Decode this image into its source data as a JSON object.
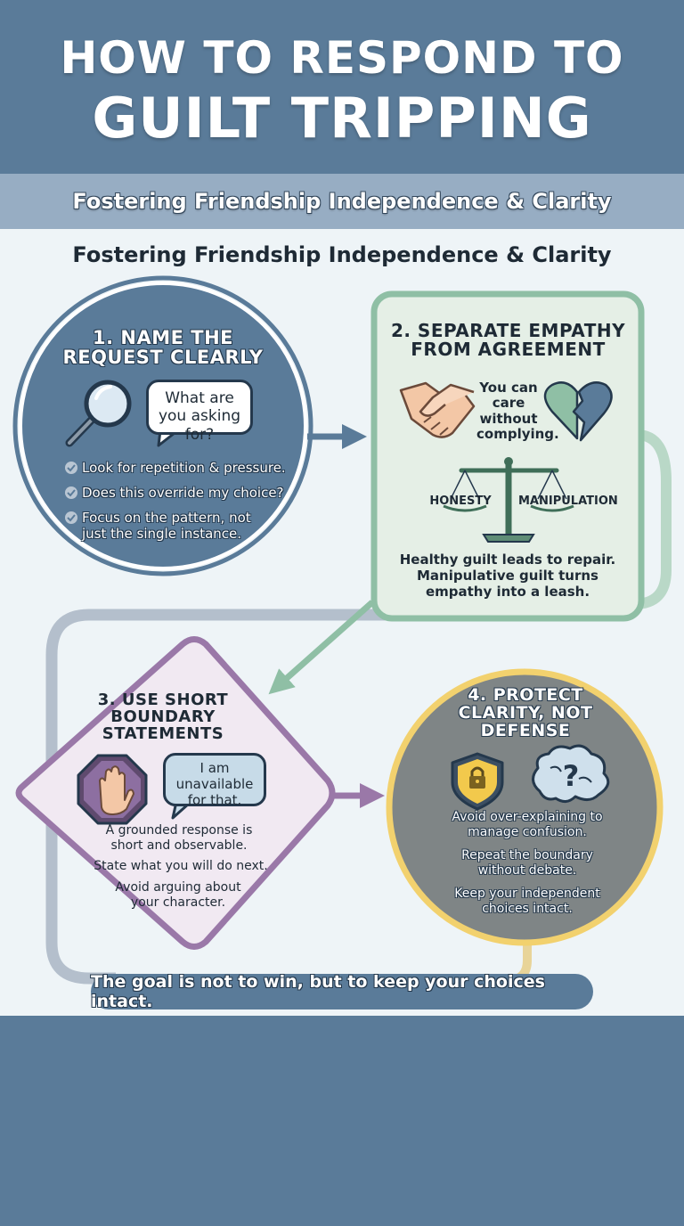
{
  "header": {
    "title_line1": "HOW TO RESPOND TO",
    "title_line2": "GUILT TRIPPING"
  },
  "subtitle_band": "Fostering Friendship Independence & Clarity",
  "subtitle_main": "Fostering Friendship Independence & Clarity",
  "step1": {
    "title_line1": "1. NAME THE",
    "title_line2": "REQUEST CLEARLY",
    "bubble": "What are you asking for?",
    "bullets": [
      "Look for repetition & pressure.",
      "Does this override my choice?",
      "Focus on the pattern, not just the single instance."
    ],
    "icons": [
      "magnifying-glass-icon",
      "speech-bubble-icon",
      "check-circle-icon"
    ]
  },
  "step2": {
    "title_line1": "2. SEPARATE EMPATHY",
    "title_line2": "FROM AGREEMENT",
    "care_text": "You can care without complying.",
    "scale_left": "HONESTY",
    "scale_right": "MANIPULATION",
    "footer": "Healthy guilt leads to repair. Manipulative guilt turns empathy into a leash.",
    "icons": [
      "handshake-icon",
      "broken-heart-icon",
      "balance-scale-icon"
    ]
  },
  "step3": {
    "title_line1": "3. USE SHORT",
    "title_line2": "BOUNDARY",
    "title_line3": "STATEMENTS",
    "bubble": "I am unavailable for that.",
    "lines": [
      "A grounded response is short and observable.",
      "State what you will do next.",
      "Avoid arguing about your character."
    ],
    "icons": [
      "stop-hand-icon",
      "speech-bubble-icon"
    ]
  },
  "step4": {
    "title_line1": "4. PROTECT",
    "title_line2": "CLARITY, NOT",
    "title_line3": "DEFENSE",
    "lines": [
      "Avoid over-explaining to manage confusion.",
      "Repeat the boundary without debate.",
      "Keep your independent choices intact."
    ],
    "icons": [
      "shield-lock-icon",
      "confused-brain-icon"
    ]
  },
  "bottom_banner": "The goal is not to win, but to keep your choices intact.",
  "colors": {
    "navy": "#5a7b99",
    "band": "#97adc3",
    "background": "#eef4f7",
    "green": "#8fbfa5",
    "green_fill": "#e5efe6",
    "purple": "#9a78a8",
    "purple_fill": "#f1e9f2",
    "gold": "#f2d16e",
    "gray": "#7f8586"
  }
}
